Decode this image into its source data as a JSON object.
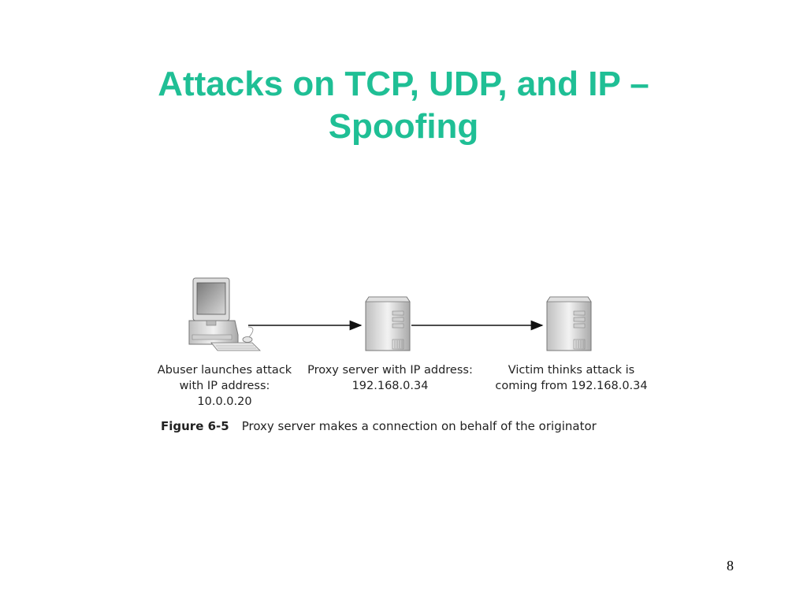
{
  "slide": {
    "title_line1": "Attacks on TCP, UDP, and IP –",
    "title_line2": "Spoofing",
    "page_number": "8"
  },
  "figure": {
    "nodes": [
      {
        "icon": "workstation-icon",
        "label_lines": [
          "Abuser launches attack",
          "with IP address:",
          "10.0.0.20"
        ]
      },
      {
        "icon": "server-icon",
        "label_lines": [
          "Proxy server with IP address:",
          "192.168.0.34"
        ]
      },
      {
        "icon": "server-icon",
        "label_lines": [
          "Victim thinks attack is",
          "coming from 192.168.0.34"
        ]
      }
    ],
    "caption_number": "Figure 6-5",
    "caption_text": "Proxy server makes a connection on behalf of the originator"
  },
  "colors": {
    "title": "#1fbf95",
    "text": "#222222",
    "arrow": "#111111"
  }
}
